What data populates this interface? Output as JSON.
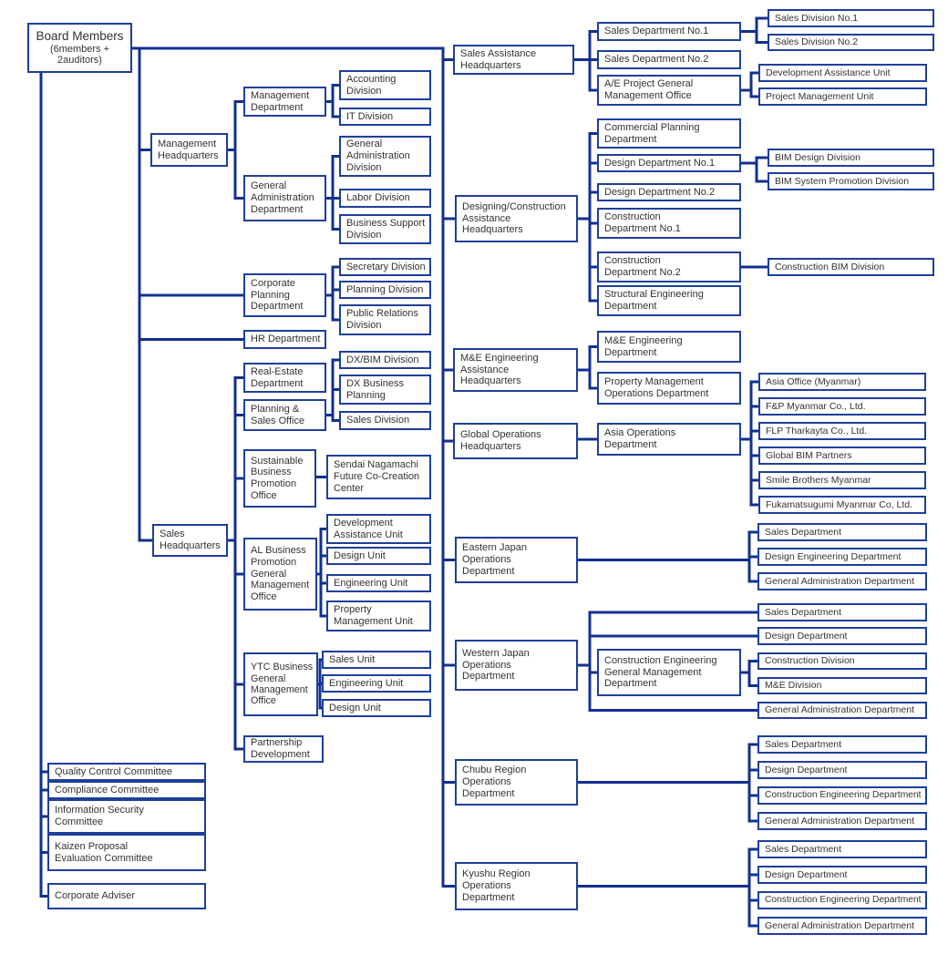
{
  "diagram_type": "organization-chart",
  "colors": {
    "box_border": "#1d3f9c",
    "connector_line": "#12308e",
    "text": "#333333",
    "background": "#ffffff"
  },
  "nodes": [
    {
      "id": "board-members",
      "label": "Board Members",
      "sub": "(6members +\n2auditors)"
    },
    {
      "id": "management-headquarters",
      "label": "Management\nHeadquarters"
    },
    {
      "id": "management-department",
      "label": "Management\nDepartment"
    },
    {
      "id": "accounting-division",
      "label": "Accounting\nDivision"
    },
    {
      "id": "it-division",
      "label": "IT Division"
    },
    {
      "id": "general-administration-department",
      "label": "General\nAdministration\nDepartment"
    },
    {
      "id": "general-administration-division",
      "label": "General\nAdministration\nDivision"
    },
    {
      "id": "labor-division",
      "label": "Labor Division"
    },
    {
      "id": "business-support-division",
      "label": "Business Support\nDivision"
    },
    {
      "id": "corporate-planning-department",
      "label": "Corporate\nPlanning\nDepartment"
    },
    {
      "id": "secretary-division",
      "label": "Secretary Division"
    },
    {
      "id": "planning-division",
      "label": "Planning Division"
    },
    {
      "id": "public-relations-division",
      "label": "Public Relations\nDivision"
    },
    {
      "id": "hr-department",
      "label": "HR Department"
    },
    {
      "id": "sales-headquarters",
      "label": "Sales\nHeadquarters"
    },
    {
      "id": "real-estate-department",
      "label": "Real-Estate\nDepartment"
    },
    {
      "id": "planning-sales-office",
      "label": "Planning &\nSales Office"
    },
    {
      "id": "dx-bim-division",
      "label": "DX/BIM Division"
    },
    {
      "id": "dx-business-planning",
      "label": "DX Business\nPlanning"
    },
    {
      "id": "sales-division",
      "label": "Sales Division"
    },
    {
      "id": "sustainable-business-promotion-office",
      "label": "Sustainable\nBusiness\nPromotion\nOffice"
    },
    {
      "id": "sendai-nagamachi-future-co-creation-center",
      "label": "Sendai Nagamachi\nFuture Co-Creation\nCenter"
    },
    {
      "id": "al-business-promotion-general-management-office",
      "label": "AL Business\nPromotion\nGeneral\nManagement\nOffice"
    },
    {
      "id": "development-assistance-unit-al",
      "label": "Development\nAssistance Unit"
    },
    {
      "id": "design-unit-al",
      "label": "Design Unit"
    },
    {
      "id": "engineering-unit-al",
      "label": "Engineering Unit"
    },
    {
      "id": "property-management-unit",
      "label": "Property\nManagement Unit"
    },
    {
      "id": "ytc-business-general-management-office",
      "label": "YTC Business\nGeneral\nManagement\nOffice"
    },
    {
      "id": "sales-unit",
      "label": "Sales Unit"
    },
    {
      "id": "engineering-unit-ytc",
      "label": "Engineering Unit"
    },
    {
      "id": "design-unit-ytc",
      "label": "Design Unit"
    },
    {
      "id": "partnership-development",
      "label": "Partnership\nDevelopment"
    },
    {
      "id": "sales-assistance-headquarters",
      "label": "Sales Assistance\nHeadquarters"
    },
    {
      "id": "sales-department-no1",
      "label": "Sales Department No.1"
    },
    {
      "id": "sales-division-no1",
      "label": "Sales Division No.1"
    },
    {
      "id": "sales-division-no2",
      "label": "Sales Division No.2"
    },
    {
      "id": "sales-department-no2",
      "label": "Sales Department No.2"
    },
    {
      "id": "ae-project-general-management-office",
      "label": "A/E Project General\nManagement Office"
    },
    {
      "id": "development-assistance-unit-ae",
      "label": "Development Assistance Unit"
    },
    {
      "id": "project-management-unit",
      "label": "Project Management Unit"
    },
    {
      "id": "designing-construction-assistance-headquarters",
      "label": "Designing/Construction\nAssistance\nHeadquarters"
    },
    {
      "id": "commercial-planning-department",
      "label": "Commercial Planning\nDepartment"
    },
    {
      "id": "design-department-no1",
      "label": "Design Department No.1"
    },
    {
      "id": "bim-design-division",
      "label": "BIM Design Division"
    },
    {
      "id": "bim-system-promotion-division",
      "label": "BIM System Promotion Division"
    },
    {
      "id": "design-department-no2",
      "label": "Design Department No.2"
    },
    {
      "id": "construction-department-no1",
      "label": "Construction\nDepartment No.1"
    },
    {
      "id": "construction-department-no2",
      "label": "Construction\nDepartment No.2"
    },
    {
      "id": "construction-bim-division",
      "label": "Construction BIM Division"
    },
    {
      "id": "structural-engineering-department",
      "label": "Structural Engineering\nDepartment"
    },
    {
      "id": "me-engineering-assistance-headquarters",
      "label": "M&E Engineering\nAssistance\nHeadquarters"
    },
    {
      "id": "me-engineering-department",
      "label": "M&E Engineering\nDepartment"
    },
    {
      "id": "property-management-operations-department",
      "label": "Property Management\nOperations Department"
    },
    {
      "id": "global-operations-headquarters",
      "label": "Global Operations\nHeadquarters"
    },
    {
      "id": "asia-operations-department",
      "label": "Asia Operations\nDepartment"
    },
    {
      "id": "asia-office-myanmar",
      "label": "Asia Office (Myanmar)"
    },
    {
      "id": "fp-myanmar-co-ltd",
      "label": "F&P Myanmar Co., Ltd."
    },
    {
      "id": "flp-tharkayta-co-ltd",
      "label": "FLP Tharkayta Co., Ltd."
    },
    {
      "id": "global-bim-partners",
      "label": "Global BIM Partners"
    },
    {
      "id": "smile-brothers-myanmar",
      "label": "Smile Brothers Myanmar"
    },
    {
      "id": "fukamatsugumi-myanmar-co-ltd",
      "label": "Fukamatsugumi Myanmar Co, Ltd."
    },
    {
      "id": "eastern-japan-operations-department",
      "label": "Eastern Japan\nOperations\nDepartment"
    },
    {
      "id": "ejod-sales-department",
      "label": "Sales Department"
    },
    {
      "id": "ejod-design-engineering-department",
      "label": "Design Engineering Department"
    },
    {
      "id": "ejod-general-administration-department",
      "label": "General Administration Department"
    },
    {
      "id": "western-japan-operations-department",
      "label": "Western Japan\nOperations\nDepartment"
    },
    {
      "id": "wjod-sales-department",
      "label": "Sales Department"
    },
    {
      "id": "wjod-design-department",
      "label": "Design Department"
    },
    {
      "id": "construction-engineering-general-management-department",
      "label": "Construction Engineering\nGeneral Management\nDepartment"
    },
    {
      "id": "construction-division",
      "label": "Construction Division"
    },
    {
      "id": "me-division",
      "label": "M&E Division"
    },
    {
      "id": "wjod-general-administration-department",
      "label": "General Administration Department"
    },
    {
      "id": "chubu-region-operations-department",
      "label": "Chubu Region\nOperations\nDepartment"
    },
    {
      "id": "crod-sales-department",
      "label": "Sales Department"
    },
    {
      "id": "crod-design-department",
      "label": "Design Department"
    },
    {
      "id": "crod-construction-engineering-department",
      "label": "Construction Engineering Department"
    },
    {
      "id": "crod-general-administration-department",
      "label": "General Administration Department"
    },
    {
      "id": "kyushu-region-operations-department",
      "label": "Kyushu Region\nOperations\nDepartment"
    },
    {
      "id": "krod-sales-department",
      "label": "Sales Department"
    },
    {
      "id": "krod-design-department",
      "label": "Design Department"
    },
    {
      "id": "krod-construction-engineering-department",
      "label": "Construction Engineering Department"
    },
    {
      "id": "krod-general-administration-department",
      "label": "General Administration Department"
    },
    {
      "id": "quality-control-committee",
      "label": "Quality Control Committee"
    },
    {
      "id": "compliance-committee",
      "label": "Compliance Committee"
    },
    {
      "id": "information-security-committee",
      "label": "Information Security\nCommittee"
    },
    {
      "id": "kaizen-proposal-evaluation-committee",
      "label": "Kaizen Proposal\nEvaluation Committee"
    },
    {
      "id": "corporate-adviser",
      "label": "Corporate Adviser"
    }
  ],
  "hierarchy": {
    "board-members": [
      "management-headquarters",
      "corporate-planning-department",
      "hr-department",
      "sales-headquarters",
      "sales-assistance-headquarters",
      "designing-construction-assistance-headquarters",
      "me-engineering-assistance-headquarters",
      "global-operations-headquarters",
      "eastern-japan-operations-department",
      "western-japan-operations-department",
      "chubu-region-operations-department",
      "kyushu-region-operations-department",
      "quality-control-committee",
      "compliance-committee",
      "information-security-committee",
      "kaizen-proposal-evaluation-committee",
      "corporate-adviser"
    ],
    "management-headquarters": [
      "management-department",
      "general-administration-department"
    ],
    "management-department": [
      "accounting-division",
      "it-division"
    ],
    "general-administration-department": [
      "general-administration-division",
      "labor-division",
      "business-support-division"
    ],
    "corporate-planning-department": [
      "secretary-division",
      "planning-division",
      "public-relations-division"
    ],
    "sales-headquarters": [
      "real-estate-department",
      "planning-sales-office",
      "sustainable-business-promotion-office",
      "al-business-promotion-general-management-office",
      "ytc-business-general-management-office",
      "partnership-development"
    ],
    "planning-sales-office": [
      "dx-bim-division",
      "dx-business-planning",
      "sales-division"
    ],
    "sustainable-business-promotion-office": [
      "sendai-nagamachi-future-co-creation-center"
    ],
    "al-business-promotion-general-management-office": [
      "development-assistance-unit-al",
      "design-unit-al",
      "engineering-unit-al",
      "property-management-unit"
    ],
    "ytc-business-general-management-office": [
      "sales-unit",
      "engineering-unit-ytc",
      "design-unit-ytc"
    ],
    "sales-assistance-headquarters": [
      "sales-department-no1",
      "sales-department-no2",
      "ae-project-general-management-office"
    ],
    "sales-department-no1": [
      "sales-division-no1",
      "sales-division-no2"
    ],
    "ae-project-general-management-office": [
      "development-assistance-unit-ae",
      "project-management-unit"
    ],
    "designing-construction-assistance-headquarters": [
      "commercial-planning-department",
      "design-department-no1",
      "design-department-no2",
      "construction-department-no1",
      "construction-department-no2",
      "structural-engineering-department"
    ],
    "design-department-no1": [
      "bim-design-division",
      "bim-system-promotion-division"
    ],
    "construction-department-no2": [
      "construction-bim-division"
    ],
    "me-engineering-assistance-headquarters": [
      "me-engineering-department",
      "property-management-operations-department"
    ],
    "global-operations-headquarters": [
      "asia-operations-department"
    ],
    "asia-operations-department": [
      "asia-office-myanmar",
      "fp-myanmar-co-ltd",
      "flp-tharkayta-co-ltd",
      "global-bim-partners",
      "smile-brothers-myanmar",
      "fukamatsugumi-myanmar-co-ltd"
    ],
    "eastern-japan-operations-department": [
      "ejod-sales-department",
      "ejod-design-engineering-department",
      "ejod-general-administration-department"
    ],
    "western-japan-operations-department": [
      "wjod-sales-department",
      "wjod-design-department",
      "construction-engineering-general-management-department",
      "wjod-general-administration-department"
    ],
    "construction-engineering-general-management-department": [
      "construction-division",
      "me-division"
    ],
    "chubu-region-operations-department": [
      "crod-sales-department",
      "crod-design-department",
      "crod-construction-engineering-department",
      "crod-general-administration-department"
    ],
    "kyushu-region-operations-department": [
      "krod-sales-department",
      "krod-design-department",
      "krod-construction-engineering-department",
      "krod-general-administration-department"
    ]
  }
}
